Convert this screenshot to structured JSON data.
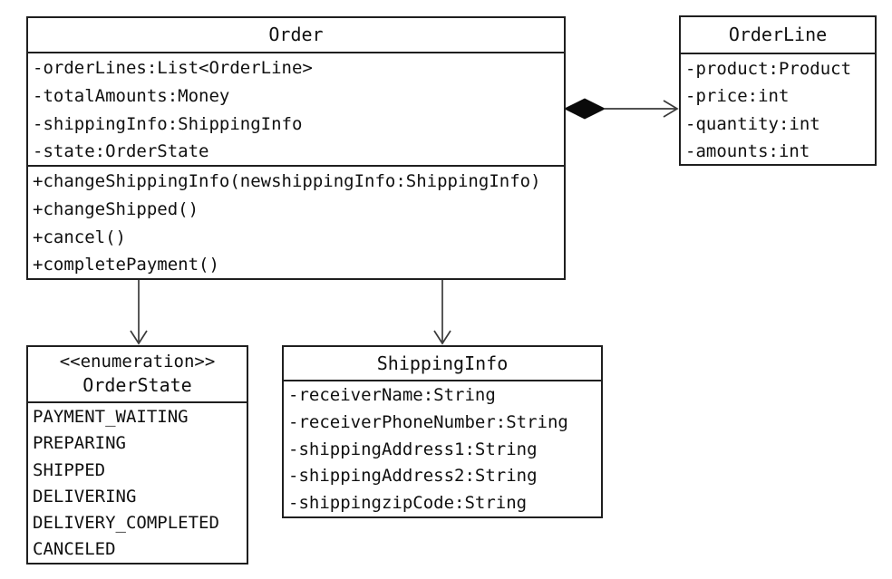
{
  "diagram": {
    "type": "uml-class-diagram",
    "colors": {
      "background": "#ffffff",
      "border": "#1f1f1f",
      "text": "#101010",
      "connector_line": "#3a3a3a",
      "composition_diamond_fill": "#0a0a0a"
    },
    "classes": {
      "order": {
        "name": "Order",
        "attributes": [
          "-orderLines:List<OrderLine>",
          "-totalAmounts:Money",
          "-shippingInfo:ShippingInfo",
          "-state:OrderState"
        ],
        "methods": [
          "+changeShippingInfo(newshippingInfo:ShippingInfo)",
          "+changeShipped()",
          "+cancel()",
          "+completePayment()"
        ]
      },
      "orderLine": {
        "name": "OrderLine",
        "attributes": [
          "-product:Product",
          "-price:int",
          "-quantity:int",
          "-amounts:int"
        ]
      },
      "orderState": {
        "stereotype": "<<enumeration>>",
        "name": "OrderState",
        "values": [
          "PAYMENT_WAITING",
          "PREPARING",
          "SHIPPED",
          "DELIVERING",
          "DELIVERY_COMPLETED",
          "CANCELED"
        ]
      },
      "shippingInfo": {
        "name": "ShippingInfo",
        "attributes": [
          "-receiverName:String",
          "-receiverPhoneNumber:String",
          "-shippingAddress1:String",
          "-shippingAddress2:String",
          "-shippingzipCode:String"
        ]
      }
    },
    "relationships": [
      {
        "from": "Order",
        "to": "OrderLine",
        "type": "composition",
        "marker_source": "filled-diamond",
        "marker_target": "open-arrowhead"
      },
      {
        "from": "Order",
        "to": "OrderState",
        "type": "directed-association",
        "marker_target": "open-arrowhead"
      },
      {
        "from": "Order",
        "to": "ShippingInfo",
        "type": "directed-association",
        "marker_target": "open-arrowhead"
      }
    ]
  }
}
